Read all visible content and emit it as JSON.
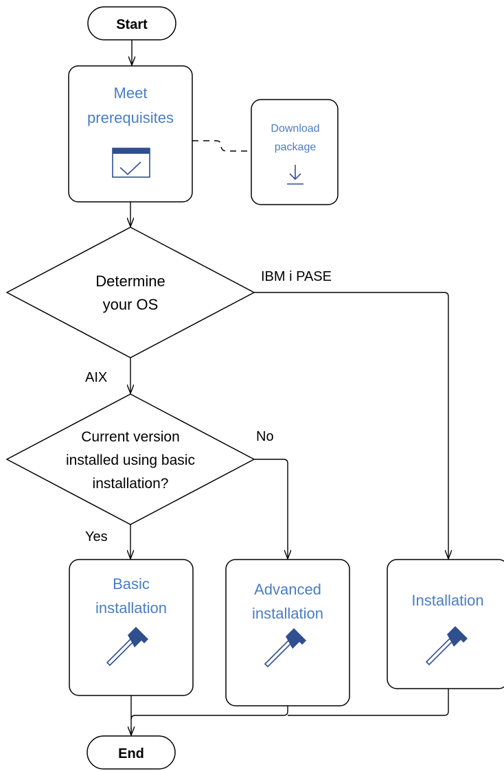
{
  "diagram": {
    "start_label": "Start",
    "end_label": "End",
    "prerequisites": {
      "line1": "Meet",
      "line2": "prerequisites",
      "icon": "checklist-window-icon"
    },
    "download": {
      "line1": "Download",
      "line2": "package",
      "icon": "download-icon"
    },
    "determine_os": {
      "line1": "Determine",
      "line2": "your OS"
    },
    "branch_ibm": "IBM i PASE",
    "branch_aix": "AIX",
    "current_version": {
      "line1": "Current version",
      "line2": "installed using basic",
      "line3": "installation?"
    },
    "branch_no": "No",
    "branch_yes": "Yes",
    "basic_installation": {
      "line1": "Basic",
      "line2": "installation",
      "icon": "hammer-icon"
    },
    "advanced_installation": {
      "line1": "Advanced",
      "line2": "installation",
      "icon": "hammer-icon"
    },
    "installation": {
      "line1": "Installation",
      "icon": "hammer-icon"
    }
  },
  "colors": {
    "link_text": "#4a7dc4",
    "icon": "#2f4f8f",
    "stroke": "#000000"
  }
}
